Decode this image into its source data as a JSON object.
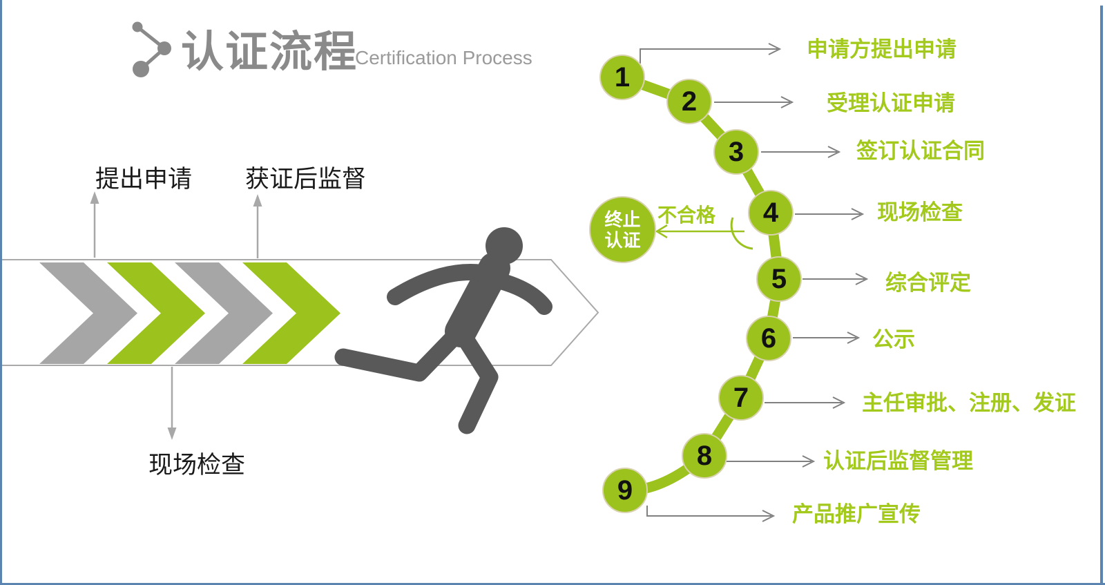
{
  "title": {
    "zh": "认证流程",
    "en": "Certification Process"
  },
  "left_flow": {
    "top_labels": [
      "提出申请",
      "获证后监督"
    ],
    "bottom_label": "现场检查"
  },
  "steps": [
    {
      "num": "1",
      "label": "申请方提出申请"
    },
    {
      "num": "2",
      "label": "受理认证申请"
    },
    {
      "num": "3",
      "label": "签订认证合同"
    },
    {
      "num": "4",
      "label": "现场检查"
    },
    {
      "num": "5",
      "label": "综合评定"
    },
    {
      "num": "6",
      "label": "公示"
    },
    {
      "num": "7",
      "label": "主任审批、注册、发证"
    },
    {
      "num": "8",
      "label": "认证后监督管理"
    },
    {
      "num": "9",
      "label": "产品推广宣传"
    }
  ],
  "termination": {
    "line1": "终止",
    "line2": "认证",
    "condition": "不合格"
  },
  "colors": {
    "green": "#9bc21d",
    "green_text": "#a2c91c",
    "gray_chevron": "#a6a6a6",
    "gray_title": "#8a8a8a",
    "gray_arrow": "#808080",
    "dark_runner": "#595959",
    "border_blue": "#5b84b1"
  }
}
